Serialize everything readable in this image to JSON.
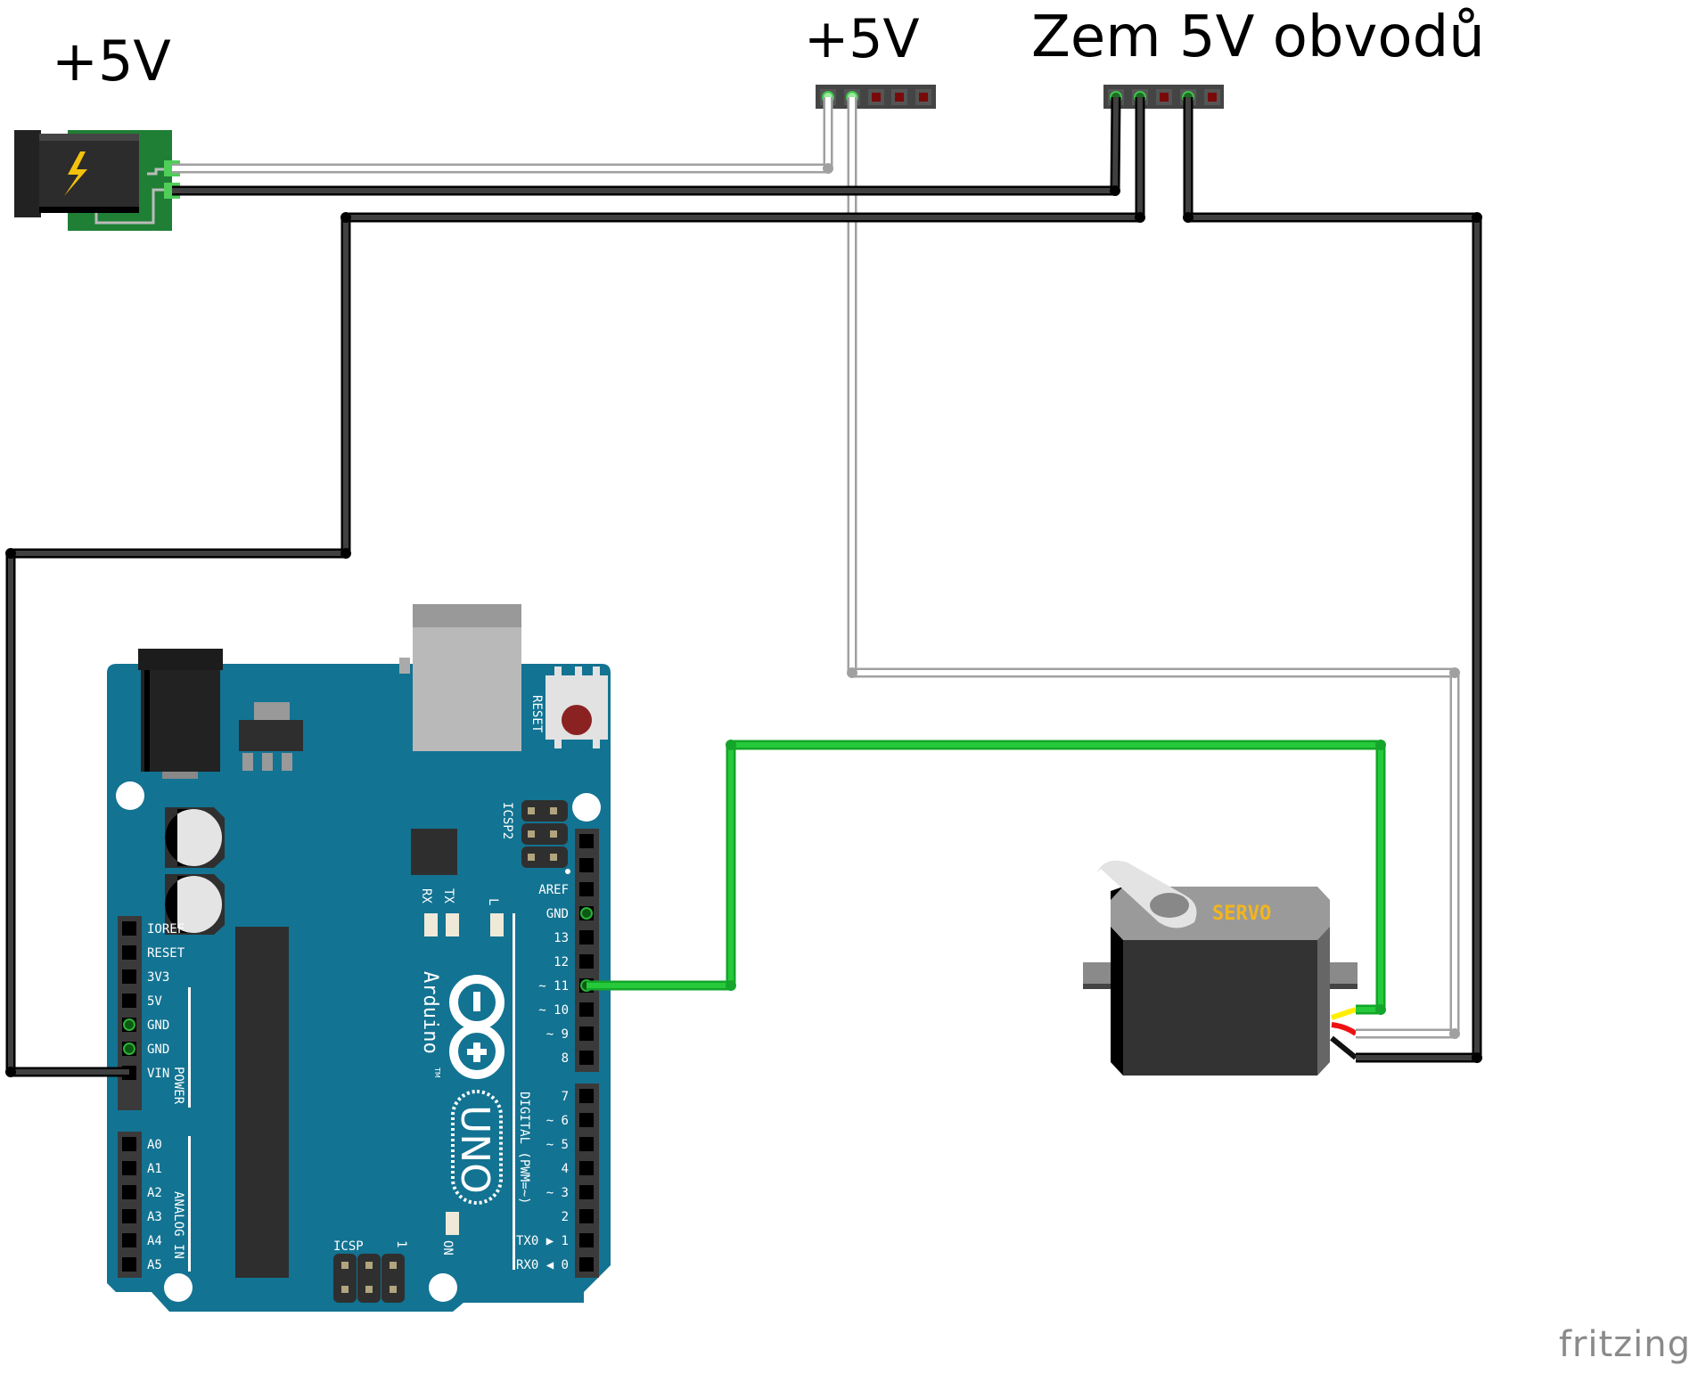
{
  "labels": {
    "power_jack_label": "+5V",
    "header_5v_label": "+5V",
    "header_gnd_label": "Zem 5V obvodů"
  },
  "power_jack": {
    "icon": "lightning-bolt-icon"
  },
  "arduino": {
    "brand": "Arduino",
    "trademark": "TM",
    "model": "UNO",
    "reset_label": "RESET",
    "icsp2_label": "ICSP2",
    "icsp_label": "ICSP",
    "icsp_pin1": "1",
    "on_label": "ON",
    "led_labels": [
      "RX",
      "TX",
      "L"
    ],
    "power_header_label": "POWER",
    "analog_header_label": "ANALOG IN",
    "digital_header_label": "DIGITAL (PWM=~)",
    "power_pins": [
      "IOREF",
      "RESET",
      "3V3",
      "5V",
      "GND",
      "GND",
      "VIN"
    ],
    "analog_pins": [
      "A0",
      "A1",
      "A2",
      "A3",
      "A4",
      "A5"
    ],
    "digital_high_pins": [
      "AREF",
      "GND",
      "13",
      "12",
      "~ 11",
      "~ 10",
      "~ 9",
      "8"
    ],
    "digital_low_pins": [
      "7",
      "~ 6",
      "~ 5",
      "4",
      "~ 3",
      "2",
      "TX0 ▶ 1",
      "RX0 ◀ 0"
    ],
    "board_color": "#137392"
  },
  "servo": {
    "label": "SERVO",
    "label_color": "#f2b51e",
    "wire_colors": [
      "#ffee00",
      "#ee1111",
      "#111111"
    ]
  },
  "wires": {
    "power_color": "#a0a0a0",
    "ground_color": "#404040",
    "signal_color": "#25c93a"
  },
  "footer": {
    "logo": "fritzing"
  }
}
